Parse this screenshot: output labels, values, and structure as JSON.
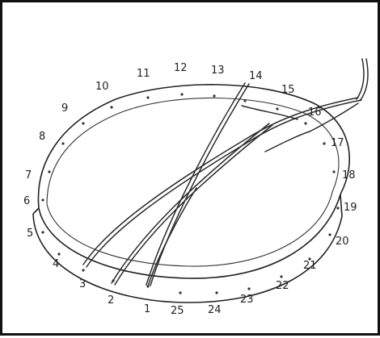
{
  "figure": {
    "hole_numbers": [
      "1",
      "2",
      "3",
      "4",
      "5",
      "6",
      "7",
      "8",
      "9",
      "10",
      "11",
      "12",
      "13",
      "14",
      "15",
      "16",
      "17",
      "18",
      "19",
      "20",
      "21",
      "22",
      "23",
      "24",
      "25"
    ]
  }
}
